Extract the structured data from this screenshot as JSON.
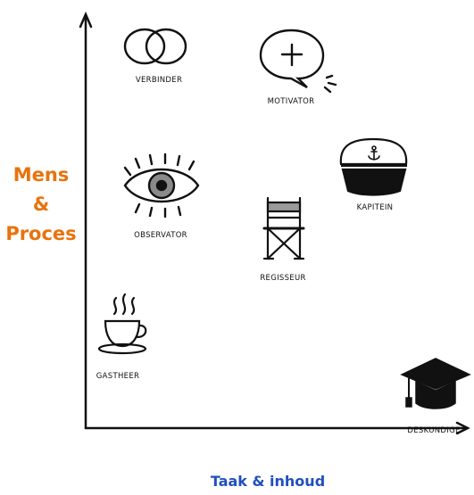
{
  "axes": {
    "y_label_lines": [
      "Mens",
      "&",
      "Proces"
    ],
    "x_label": "Taak & inhoud"
  },
  "roles": [
    {
      "key": "verbinder",
      "label": "VERBINDER",
      "icon": "venn-circles-icon"
    },
    {
      "key": "motivator",
      "label": "MOTIVATOR",
      "icon": "speech-bubble-plus-icon"
    },
    {
      "key": "kapitein",
      "label": "KAPITEIN",
      "icon": "captain-hat-icon"
    },
    {
      "key": "observator",
      "label": "OBSERVATOR",
      "icon": "eye-icon"
    },
    {
      "key": "regisseur",
      "label": "REGISSEUR",
      "icon": "director-chair-icon"
    },
    {
      "key": "gastheer",
      "label": "GASTHEER",
      "icon": "coffee-cup-icon"
    },
    {
      "key": "deskundige",
      "label": "DESKUNDIGE",
      "icon": "graduation-cap-icon"
    }
  ],
  "colors": {
    "y_label": "#e8730c",
    "x_label": "#1f4fbf",
    "eye_iris": "#8a8a8a",
    "chair_seat": "#9a9a9a",
    "ink": "#111111"
  }
}
